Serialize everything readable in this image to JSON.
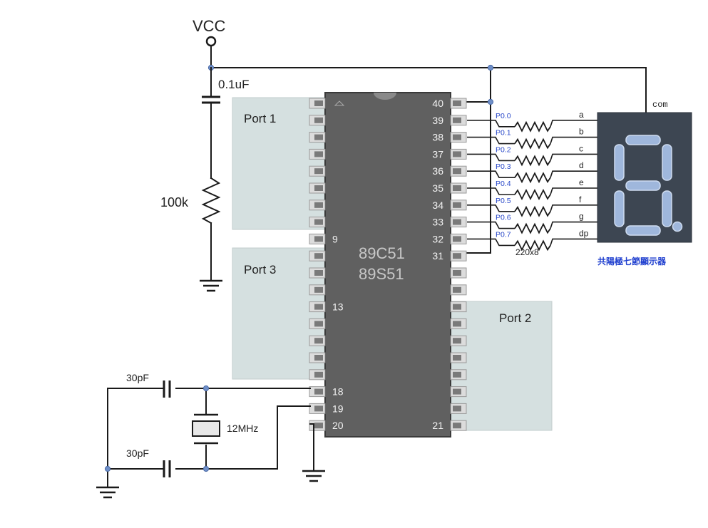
{
  "power": {
    "vcc_label": "VCC"
  },
  "reset": {
    "capacitor_label": "0.1uF",
    "resistor_label": "100k"
  },
  "ports": {
    "port1": "Port 1",
    "port3": "Port 3",
    "port2": "Port 2"
  },
  "chip": {
    "name_line1": "89C51",
    "name_line2": "89S51",
    "left_pins": [
      {
        "number": "9",
        "row": 8
      },
      {
        "number": "13",
        "row": 12
      },
      {
        "number": "18",
        "row": 17
      },
      {
        "number": "19",
        "row": 18
      },
      {
        "number": "20",
        "row": 19
      }
    ],
    "right_pins": [
      {
        "number": "40",
        "row": 0
      },
      {
        "number": "39",
        "row": 1
      },
      {
        "number": "38",
        "row": 2
      },
      {
        "number": "37",
        "row": 3
      },
      {
        "number": "36",
        "row": 4
      },
      {
        "number": "35",
        "row": 5
      },
      {
        "number": "34",
        "row": 6
      },
      {
        "number": "33",
        "row": 7
      },
      {
        "number": "32",
        "row": 8
      },
      {
        "number": "31",
        "row": 9
      },
      {
        "number": "21",
        "row": 19
      }
    ]
  },
  "port0": {
    "lines": [
      {
        "pin": "P0.0",
        "segment": "a"
      },
      {
        "pin": "P0.1",
        "segment": "b"
      },
      {
        "pin": "P0.2",
        "segment": "c"
      },
      {
        "pin": "P0.3",
        "segment": "d"
      },
      {
        "pin": "P0.4",
        "segment": "e"
      },
      {
        "pin": "P0.5",
        "segment": "f"
      },
      {
        "pin": "P0.6",
        "segment": "g"
      },
      {
        "pin": "P0.7",
        "segment": "dp"
      }
    ],
    "resistor_array_label": "220x8"
  },
  "display": {
    "com_label": "com",
    "caption": "共陽極七節顯示器",
    "digit_shown": "8"
  },
  "oscillator": {
    "cap_top_label": "30pF",
    "cap_bottom_label": "30pF",
    "crystal_label": "12MHz"
  },
  "colors": {
    "chip_body": "#606060",
    "port_fill": "#d5e0e0",
    "node_dot": "#6f8fc8",
    "segment_lit": "#9fb7dc",
    "display_body": "#3d4652",
    "caption_blue": "#1f3fcf"
  }
}
